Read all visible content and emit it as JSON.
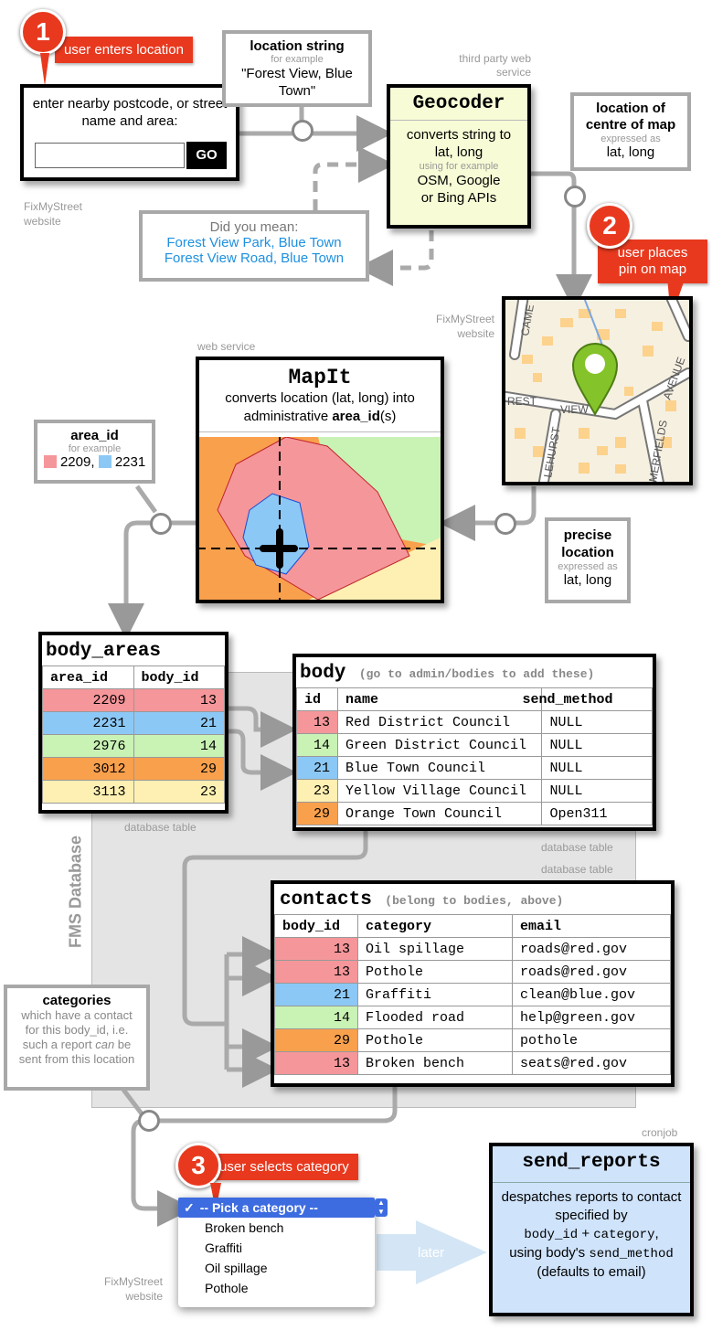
{
  "step1": {
    "num": "1",
    "label": "user enters location"
  },
  "step2": {
    "num": "2",
    "label": "user places pin on map"
  },
  "step3": {
    "num": "3",
    "label": "user selects category"
  },
  "input_box": {
    "prompt": "enter nearby postcode, or street name and area:",
    "go": "GO",
    "caption": "FixMyStreet website"
  },
  "location_string": {
    "title": "location string",
    "sub": "for example",
    "value": "\"Forest View, Blue Town\""
  },
  "geocoder": {
    "service": "third party web service",
    "title": "Geocoder",
    "desc": "converts string to lat, long",
    "sub": "using for example",
    "apis": "OSM, Google or Bing APIs"
  },
  "did_you_mean": {
    "title": "Did you mean:",
    "options": [
      "Forest View Park, Blue Town",
      "Forest View Road, Blue Town"
    ]
  },
  "centre_map": {
    "title": "location of centre of map",
    "sub": "expressed as",
    "value": "lat, long"
  },
  "map": {
    "caption": "FixMyStreet website",
    "streets": [
      "REST",
      "VIEW",
      "AVENUE",
      "LEHURST",
      "MERFIELDS",
      "CAME"
    ]
  },
  "mapit": {
    "service": "web service",
    "title": "MapIt",
    "desc_pre": "converts location (lat, long) into administrative ",
    "desc_bold": "area_id",
    "desc_post": "(s)"
  },
  "area_id": {
    "title": "area_id",
    "sub": "for example",
    "v1": "2209,",
    "v2": "2231"
  },
  "precise": {
    "title": "precise location",
    "sub": "expressed as",
    "value": "lat, long"
  },
  "body_areas": {
    "title": "body_areas",
    "caption": "database table",
    "headers": [
      "area_id",
      "body_id"
    ],
    "rows": [
      [
        "2209",
        "13"
      ],
      [
        "2231",
        "21"
      ],
      [
        "2976",
        "14"
      ],
      [
        "3012",
        "29"
      ],
      [
        "3113",
        "23"
      ]
    ]
  },
  "body": {
    "title": "body",
    "note": "(go to admin/bodies to add these)",
    "caption": "database table",
    "headers": [
      "id",
      "name",
      "send_method"
    ],
    "rows": [
      [
        "13",
        "Red District Council",
        "NULL"
      ],
      [
        "14",
        "Green District Council",
        "NULL"
      ],
      [
        "21",
        "Blue Town Council",
        "NULL"
      ],
      [
        "23",
        "Yellow Village Council",
        "NULL"
      ],
      [
        "29",
        "Orange Town Council",
        "Open311"
      ]
    ]
  },
  "contacts": {
    "title": "contacts",
    "note": "(belong to bodies, above)",
    "caption": "database table",
    "headers": [
      "body_id",
      "category",
      "email"
    ],
    "rows": [
      [
        "13",
        "Oil spillage",
        "roads@red.gov"
      ],
      [
        "13",
        "Pothole",
        "roads@red.gov"
      ],
      [
        "21",
        "Graffiti",
        "clean@blue.gov"
      ],
      [
        "14",
        "Flooded road",
        "help@green.gov"
      ],
      [
        "29",
        "Pothole",
        "pothole"
      ],
      [
        "13",
        "Broken bench",
        "seats@red.gov"
      ]
    ]
  },
  "db_label": "FMS Database",
  "categories": {
    "title": "categories",
    "l1": "which have a contact for this body_id,",
    "l2a": "i.e. such a report ",
    "l2b": "can",
    "l2c": " be sent from this location"
  },
  "dropdown": {
    "check": "✓",
    "selected": "-- Pick a category --",
    "items": [
      "Broken bench",
      "Graffiti",
      "Oil spillage",
      "Pothole"
    ],
    "caption": "FixMyStreet website"
  },
  "later": "later",
  "send_reports": {
    "service": "cronjob",
    "title": "send_reports",
    "l1": "despatches reports to contact specified by",
    "c1": "body_id",
    "plus": " + ",
    "c2": "category",
    "comma": ",",
    "l2": "using body's ",
    "c3": "send_method",
    "l3": "(defaults to email)"
  },
  "colors": {
    "red": "#f5969a",
    "blue": "#8cc8f5",
    "green": "#c9f2b5",
    "orange": "#f9a04d",
    "yellow": "#fdf0b2",
    "geocoder": "#f7fcd6",
    "send": "#cfe3fb",
    "badge": "#e8391f"
  }
}
